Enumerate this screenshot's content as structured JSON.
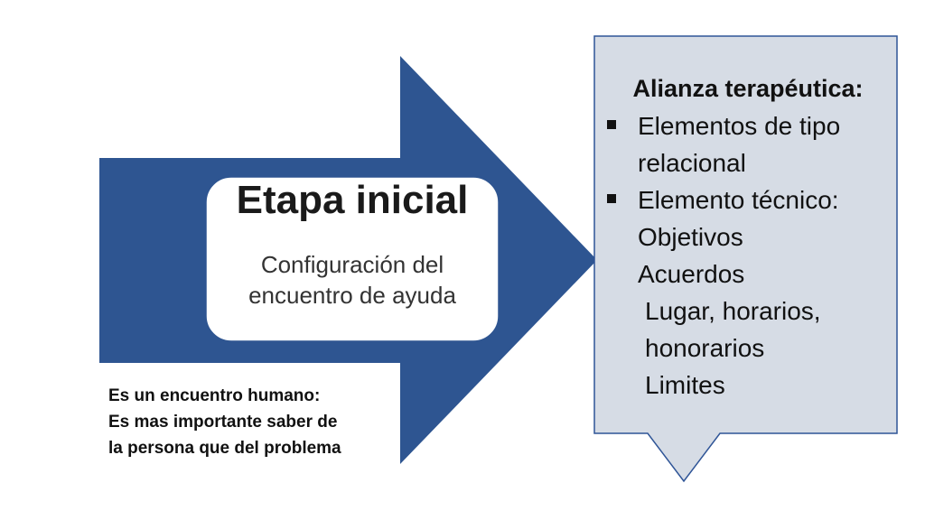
{
  "colors": {
    "arrow_fill": "#2e5591",
    "center_fill": "#ffffff",
    "callout_fill": "#d6dce5",
    "callout_border": "#2f5597"
  },
  "center": {
    "title": "Etapa inicial",
    "subtitle": "Configuración del encuentro de ayuda"
  },
  "note": {
    "line1": "Es un encuentro humano:",
    "line2": "Es mas importante saber  de",
    "line3": "la persona que del problema"
  },
  "callout": {
    "heading": "Alianza terapéutica:",
    "bullets": [
      "Elementos de tipo relacional",
      "Elemento técnico:"
    ],
    "sub_items": [
      "Objetivos",
      "Acuerdos"
    ],
    "indented_items": [
      "Lugar, horarios,",
      "honorarios",
      "Limites"
    ]
  }
}
